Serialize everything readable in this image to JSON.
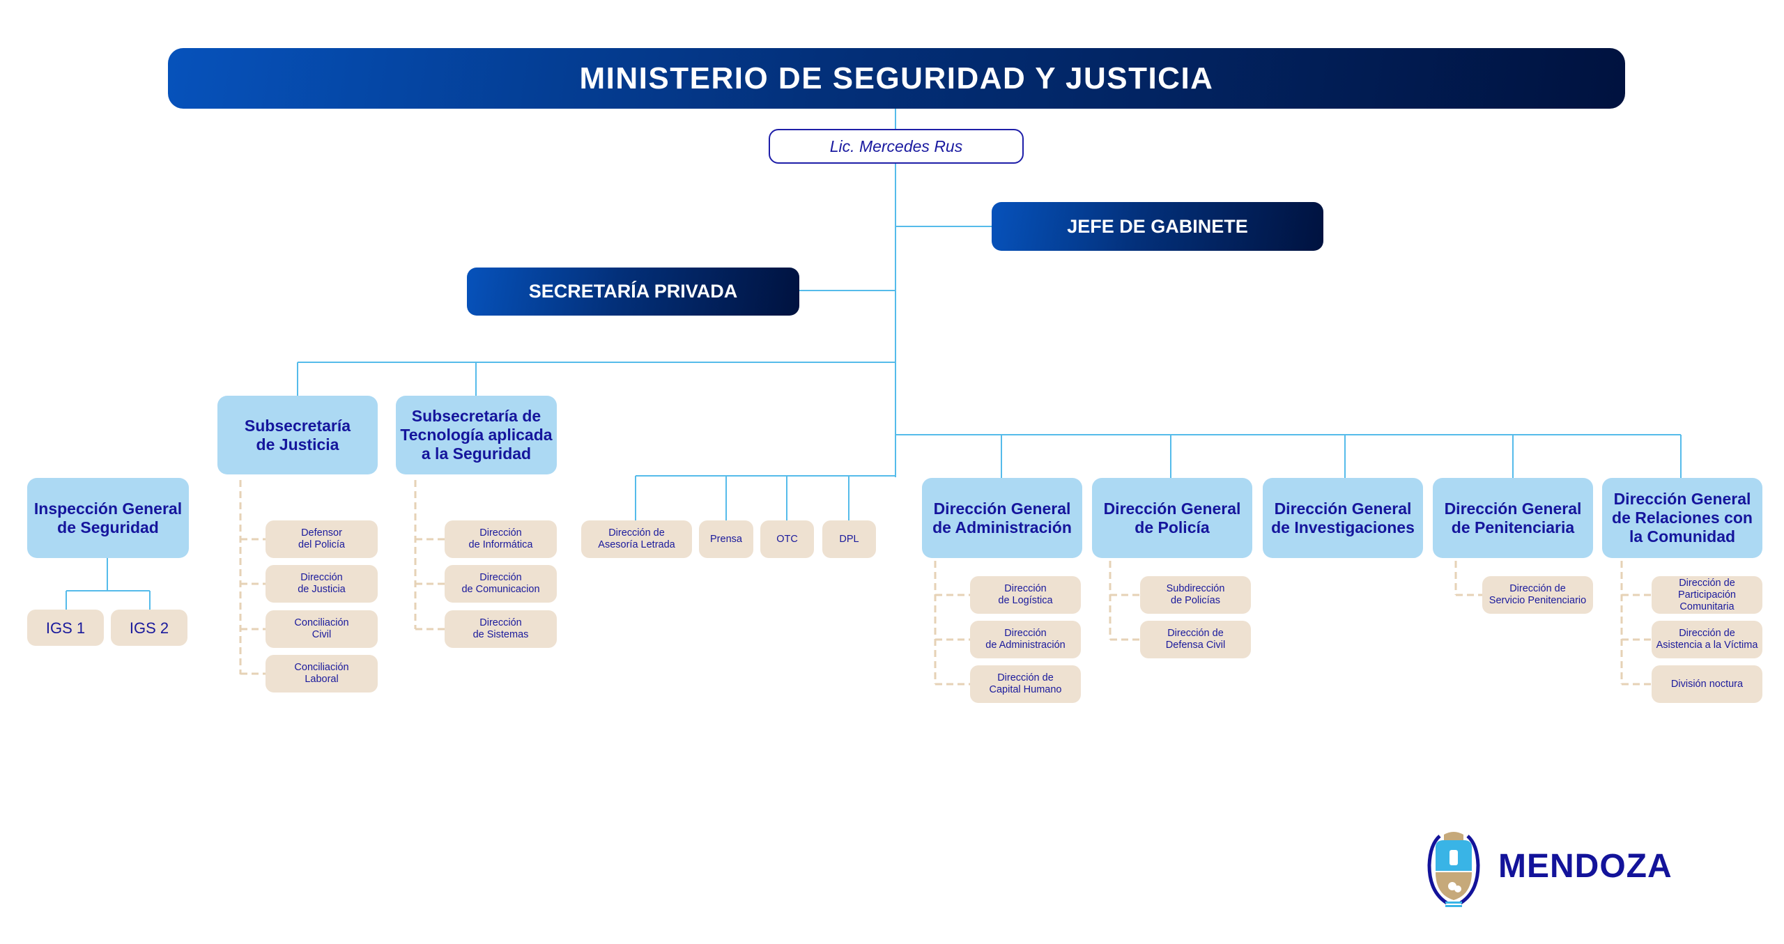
{
  "title": "MINISTERIO DE SEGURIDAD Y JUSTICIA",
  "minister": "Lic. Mercedes Rus",
  "jefe_gabinete": "JEFE DE GABINETE",
  "secretaria_privada": "SECRETARÍA PRIVADA",
  "inspeccion": {
    "label": "Inspección General\nde Seguridad",
    "children": [
      "IGS 1",
      "IGS 2"
    ]
  },
  "subsec_justicia": {
    "label": "Subsecretaría\nde Justicia",
    "children": [
      "Defensor\ndel Policía",
      "Dirección\nde Justicia",
      "Conciliación\nCivil",
      "Conciliación\nLaboral"
    ]
  },
  "subsec_tecnologia": {
    "label": "Subsecretaría de\nTecnología aplicada\na la Seguridad",
    "children": [
      "Dirección\nde Informática",
      "Dirección\nde Comunicacion",
      "Dirección\nde Sistemas"
    ]
  },
  "staff_units": [
    "Dirección de\nAsesoría Letrada",
    "Prensa",
    "OTC",
    "DPL"
  ],
  "direcciones_generales": [
    {
      "label": "Dirección General\nde Administración",
      "children": [
        "Dirección\nde Logística",
        "Dirección\nde Administración",
        "Dirección de\nCapital Humano"
      ]
    },
    {
      "label": "Dirección General\nde Policía",
      "children": [
        "Subdirección\nde Policías",
        "Dirección de\nDefensa Civil"
      ]
    },
    {
      "label": "Dirección General\nde Investigaciones",
      "children": []
    },
    {
      "label": "Dirección General\nde Penitenciaria",
      "children": [
        "Dirección de\nServicio Penitenciario"
      ]
    },
    {
      "label": "Dirección General\nde Relaciones con\nla Comunidad",
      "children": [
        "Dirección de\nParticipación\nComunitaria",
        "Dirección de\nAsistencia a la Víctima",
        "División noctura"
      ]
    }
  ],
  "logo": {
    "text": "MENDOZA"
  },
  "colors": {
    "dark": "#00123f",
    "accent": "#0652bb",
    "light_box": "#acd9f3",
    "beige_box": "#eee1d1",
    "text": "#15159c",
    "line": "#4fb8e8"
  }
}
